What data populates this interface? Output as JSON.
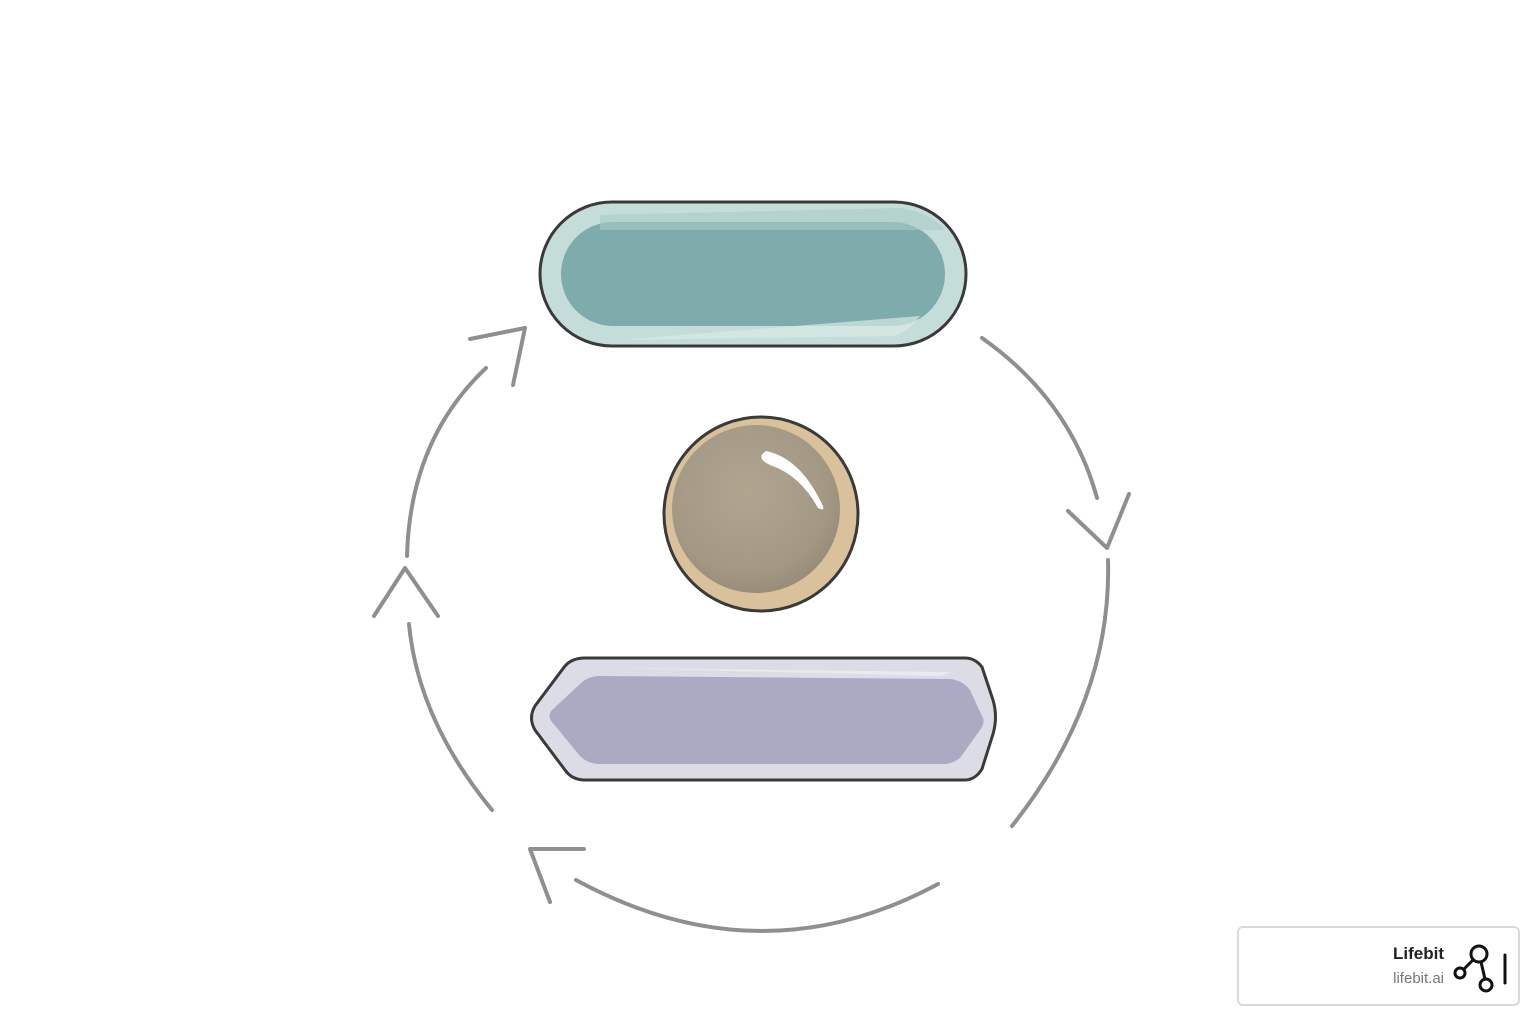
{
  "diagram": {
    "shapes": [
      {
        "name": "teal-pill",
        "fill": "#7eabab",
        "rim": "#c5ddd9"
      },
      {
        "name": "tan-sphere",
        "fill": "#a69c88",
        "rim": "#d9c29b"
      },
      {
        "name": "lavender-hexagon",
        "fill": "#aaabc2",
        "rim": "#dcdce6"
      }
    ],
    "cycle": {
      "direction": "clockwise",
      "arrow_count": 4,
      "arrow_color": "#8f8f8f"
    }
  },
  "branding": {
    "name": "Lifebit",
    "url": "lifebit.ai",
    "icon": "network-nodes-icon"
  }
}
